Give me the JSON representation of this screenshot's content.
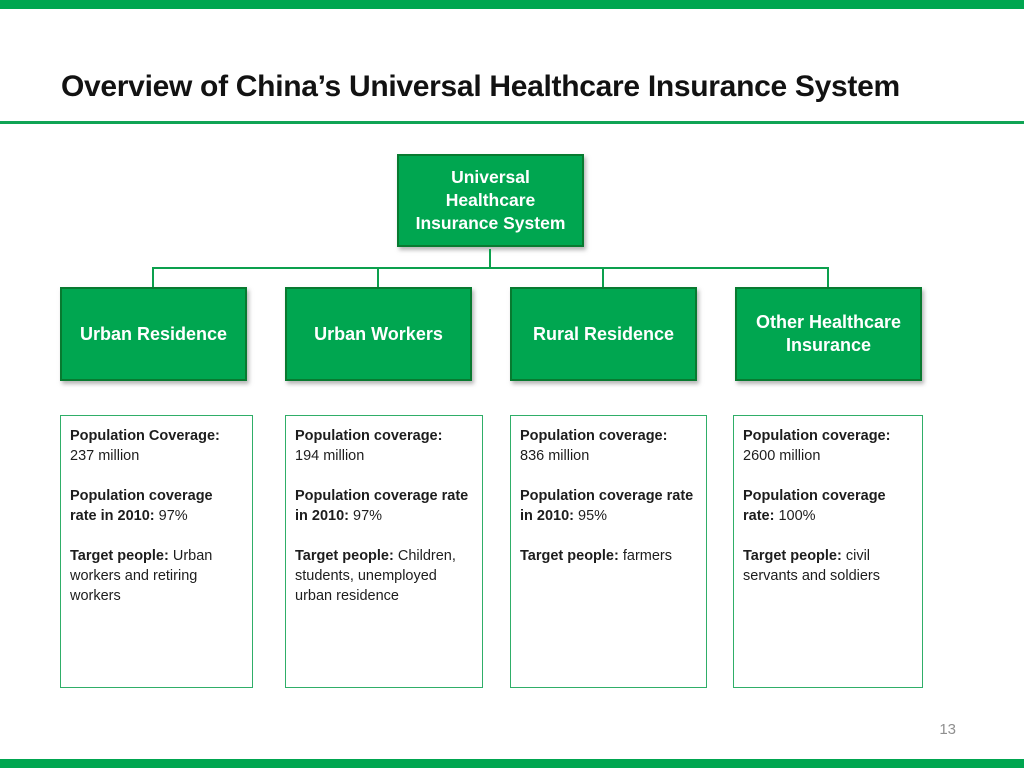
{
  "slide": {
    "title": "Overview of China’s Universal Healthcare Insurance System",
    "page_number": "13"
  },
  "colors": {
    "accent_green": "#00a650",
    "dark_green_border": "#087a30",
    "connector_green": "#0ca04d",
    "rule_green": "#10a455",
    "detail_border_green": "#2fae68",
    "title_color": "#121212",
    "body_text": "#1d1d1d",
    "page_number_gray": "#8f8f8f"
  },
  "diagram": {
    "root": {
      "lines": [
        "Universal",
        "Healthcare",
        "Insurance System"
      ]
    },
    "branches": [
      {
        "label": "Urban Residence",
        "details": [
          [
            {
              "t": "Population Coverage:",
              "b": true,
              "br": true
            },
            {
              "t": "237 million"
            }
          ],
          [
            {
              "t": "Population coverage rate in 2010:",
              "b": true
            },
            {
              "t": " 97%"
            }
          ],
          [
            {
              "t": "Target people:",
              "b": true
            },
            {
              "t": " Urban workers and retiring workers"
            }
          ]
        ]
      },
      {
        "label": "Urban Workers",
        "details": [
          [
            {
              "t": "Population coverage:",
              "b": true,
              "br": true
            },
            {
              "t": "194 million"
            }
          ],
          [
            {
              "t": "Population coverage rate in 2010:",
              "b": true
            },
            {
              "t": " 97%"
            }
          ],
          [
            {
              "t": "Target people:",
              "b": true
            },
            {
              "t": " Children, students, unemployed urban residence"
            }
          ]
        ]
      },
      {
        "label": "Rural Residence",
        "details": [
          [
            {
              "t": "Population coverage:",
              "b": true,
              "br": true
            },
            {
              "t": "836 million"
            }
          ],
          [
            {
              "t": "Population coverage rate in 2010:",
              "b": true
            },
            {
              "t": " 95%"
            }
          ],
          [
            {
              "t": "Target people:",
              "b": true
            },
            {
              "t": " farmers"
            }
          ]
        ]
      },
      {
        "label": "Other Healthcare Insurance",
        "details": [
          [
            {
              "t": "Population coverage:",
              "b": true,
              "br": true
            },
            {
              "t": "2600 million"
            }
          ],
          [
            {
              "t": "Population coverage rate:",
              "b": true
            },
            {
              "t": " 100%"
            }
          ],
          [
            {
              "t": "Target people:",
              "b": true
            },
            {
              "t": " civil servants and soldiers"
            }
          ]
        ]
      }
    ]
  }
}
